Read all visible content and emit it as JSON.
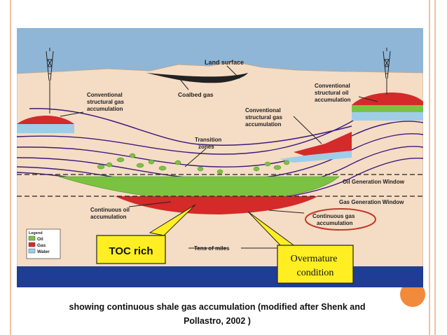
{
  "diagram": {
    "labels": {
      "land_surface": "Land surface",
      "coalbed_gas": "Coalbed gas",
      "conv_gas_left": [
        "Conventional",
        "structural gas",
        "accumulation"
      ],
      "conv_oil_right": [
        "Conventional",
        "structural oil",
        "accumulation"
      ],
      "conv_gas_center": [
        "Conventional",
        "structural gas",
        "accumulation"
      ],
      "transition": [
        "Transition",
        "zones"
      ],
      "oil_window": "Oil Generation Window",
      "gas_window": "Gas Generation Window",
      "cont_oil": [
        "Continuous oil",
        "accumulation"
      ],
      "cont_gas": [
        "Continuous gas",
        "accumulation"
      ],
      "tens_of_miles": "Tens of miles",
      "toc_rich": "TOC rich",
      "overmature": [
        "Overmature",
        "condition"
      ]
    },
    "legend": {
      "title": "Legend",
      "items": [
        {
          "label": "Oil",
          "color": "#7cc242"
        },
        {
          "label": "Gas",
          "color": "#d42a2a"
        },
        {
          "label": "Water",
          "color": "#9fcde8"
        }
      ]
    },
    "colors": {
      "sky": "#8fb6d6",
      "ground": "#f5dcc4",
      "oil": "#7cc242",
      "gas": "#d42a2a",
      "water": "#9fcde8",
      "strata": "#3c1c7c",
      "basement": "#1f3d94",
      "callout": "#ffee22"
    }
  },
  "caption": {
    "line1": "showing continuous shale gas accumulation (modified after Shenk and",
    "line2": "Pollastro, 2002 )"
  }
}
